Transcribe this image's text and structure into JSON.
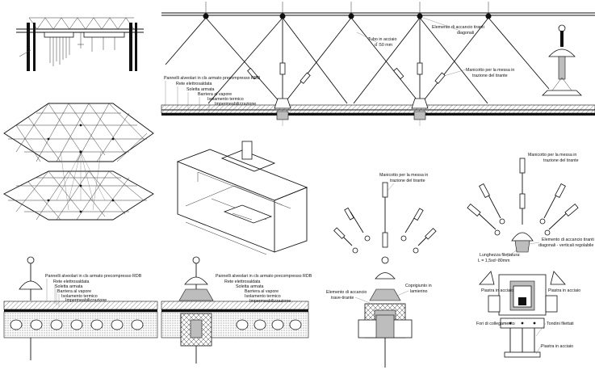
{
  "panels": {
    "top_section": {
      "labels": [
        "Tubo in acciaio",
        "d :50 mm",
        "Elemento di accancio tiranti",
        "diagonali",
        "Manicotto per la messa in",
        "trazione del tirante",
        "Pannelli alveolari in cls armato precompresso RDB",
        "Rete elettrosaldata",
        "Soletta armata",
        "Barriera al vapore",
        "Isolamento termico",
        "Impermeabilizzazione"
      ]
    },
    "bottom_left_section": {
      "labels": [
        "Pannelli alveolari in cls armato precompresso RDB",
        "Rete elettrosaldata",
        "Soletta armata",
        "Barriera al vapore",
        "Isolamento termico",
        "Impermeabilizzazione"
      ]
    },
    "bottom_mid_section": {
      "labels": [
        "Pannelli alveolari in cls armato precompresso RDB",
        "Rete elettrosaldata",
        "Soletta armata",
        "Barriera al vapore",
        "Isolamento termico",
        "Impermeabilizzazione"
      ]
    },
    "connection_center": {
      "labels": [
        "Manicotto per la messa in",
        "trazione del tirante",
        "Elemento di accancio",
        "trave-tirante",
        "Coprigiunto in",
        "lamierino"
      ]
    },
    "connection_right": {
      "labels": [
        "Manicotto per la messa in",
        "trazione del tirante",
        "Elemento di accancio tiranti",
        "diagonali - verticali regolabile",
        "Lunghezza filettatura:",
        "L = 1,5xd~80mm",
        "Piastra in acciaio",
        "Piastra in acciaio",
        "Fori di collegamento",
        "Tondini filettati",
        "Piastra in acciaio"
      ]
    }
  }
}
